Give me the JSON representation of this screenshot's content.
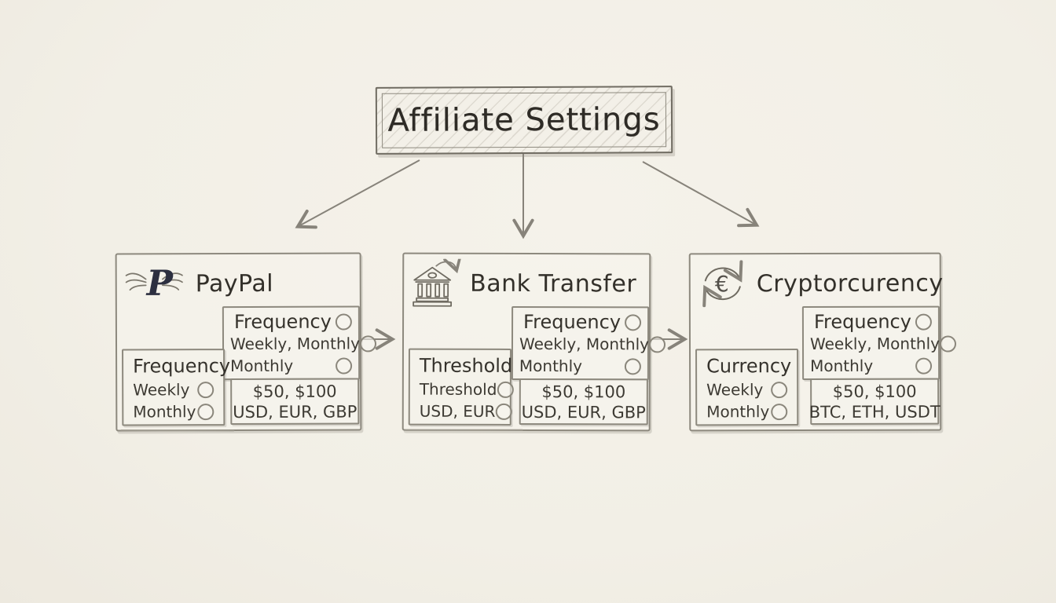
{
  "title": "Affiliate Settings",
  "colors": {
    "paper": "#f2efe6",
    "ink": "#3b3831",
    "pencil": "#8d897e",
    "paypal_navy": "#2c2f40"
  },
  "cards": [
    {
      "name": "paypal",
      "title": "PayPal",
      "icon": "paypal-winged-p-icon",
      "frequency_panel": {
        "rows": [
          "Frequency",
          "Weekly, Monthly",
          "Monthly"
        ]
      },
      "left_panel": {
        "header": "Frequency",
        "rows": [
          "Weekly",
          "Monthly"
        ]
      },
      "values_panel": {
        "lines": [
          "$50, $100",
          "USD, EUR, GBP"
        ]
      }
    },
    {
      "name": "bank-transfer",
      "title": "Bank Transfer",
      "icon": "bank-building-icon",
      "frequency_panel": {
        "rows": [
          "Frequency",
          "Weekly, Monthly",
          "Monthly"
        ]
      },
      "left_panel": {
        "header": "Threshold",
        "rows": [
          "Threshold",
          "USD, EUR"
        ]
      },
      "values_panel": {
        "lines": [
          "$50, $100",
          "USD, EUR, GBP"
        ]
      }
    },
    {
      "name": "cryptocurrency",
      "title": "Cryptorcurency",
      "icon": "crypto-exchange-icon",
      "frequency_panel": {
        "rows": [
          "Frequency",
          "Weekly, Monthly",
          "Monthly"
        ]
      },
      "left_panel": {
        "header": "Currency",
        "rows": [
          "Weekly",
          "Monthly"
        ]
      },
      "values_panel": {
        "lines": [
          "$50, $100",
          "BTC, ETH, USDT"
        ]
      }
    }
  ]
}
